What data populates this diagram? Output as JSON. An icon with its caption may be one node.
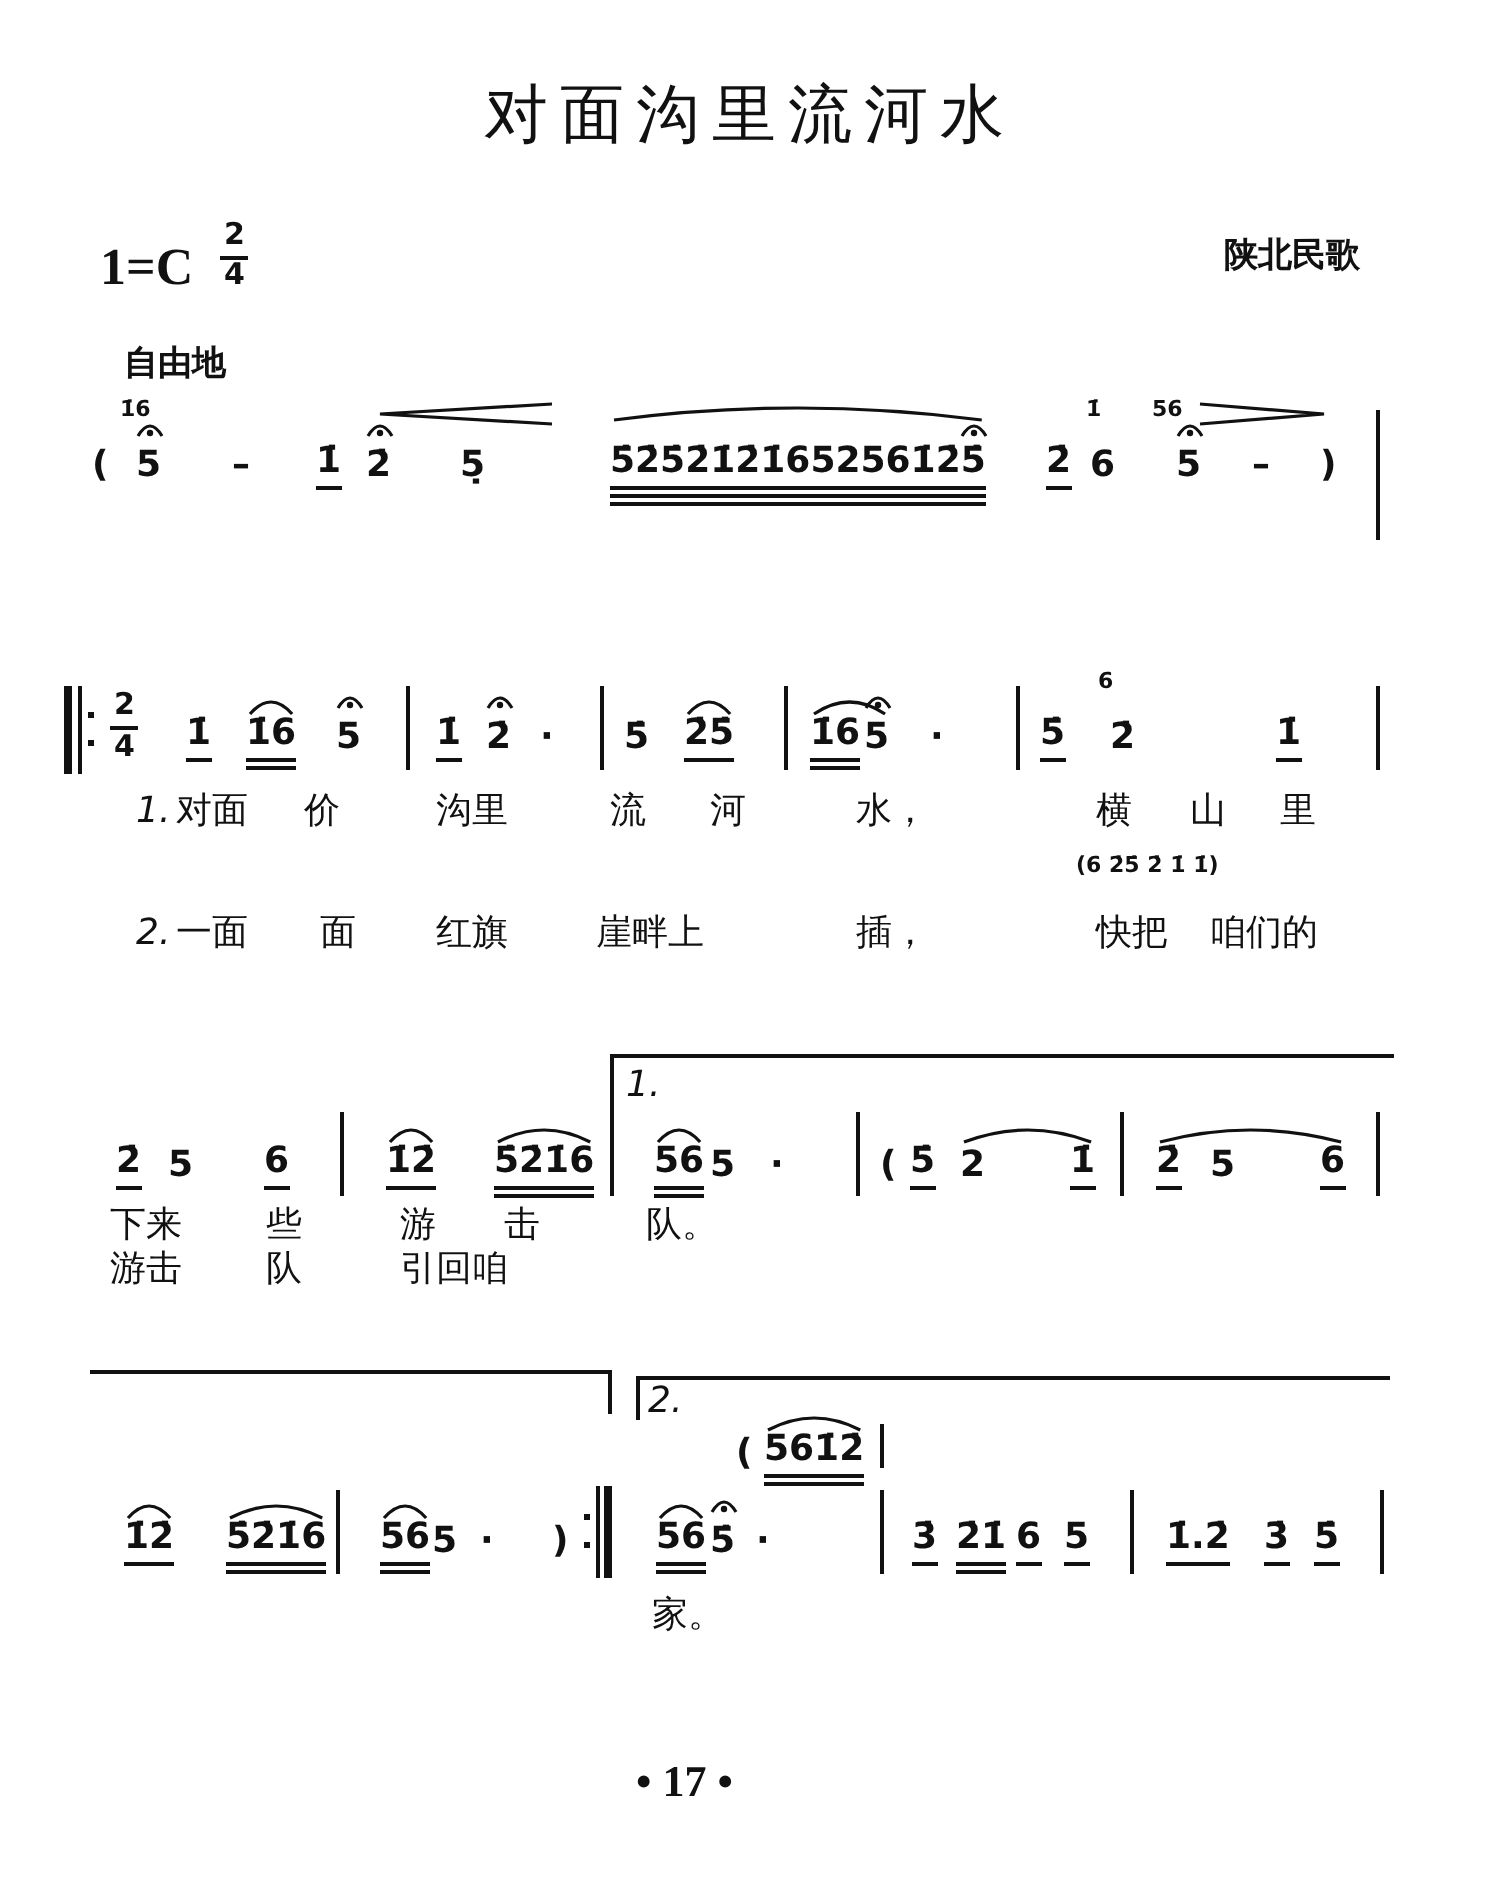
{
  "diagram": {
    "title": "对面沟里流河水",
    "labels": [
      "1=C",
      "2",
      "4",
      "陕北民歌",
      "自由地",
      "(",
      "1̇6",
      "5",
      "–",
      "1̇",
      "2̇",
      "5̣",
      "5̇2̇5̇2̇1̇2̇1̇652561̇2̇5̇",
      "2̇",
      "1̇",
      "6",
      "56",
      "5",
      "–",
      ")",
      "2",
      "4",
      "1̇",
      "1̇6",
      "5",
      "1̇",
      "2̇",
      "·",
      "5̇",
      "2̇5̇",
      "1̇6",
      "5",
      "·",
      "5̇",
      "6",
      "2̇",
      "1̇",
      "1.",
      "对面",
      "价",
      "沟里",
      "流",
      "河",
      "水，",
      "横",
      "山",
      "里",
      "(6 2̇5̇ 2̇ 1̇ 1̇)",
      "2.",
      "一面",
      "面",
      "红旗",
      "崖畔上",
      "插，",
      "快把",
      "咱们的",
      "1.",
      "2̇",
      "5",
      "6",
      "1̇2̇",
      "5̇2̇1̇6",
      "56",
      "5",
      "·",
      "(",
      "5̇",
      "2",
      "1̇",
      "2̇",
      "5",
      "6",
      "下来",
      "些",
      "游",
      "击",
      "队。",
      "游击",
      "队",
      "引回咱",
      "2.",
      "(",
      "561̇2̇",
      "1̇2̇",
      "5̇2̇1̇6",
      "56",
      "5",
      "·",
      ")",
      "56",
      "5̇",
      "·",
      "3̇",
      "2̇1̇",
      "6",
      "5",
      "1̇.2̇",
      "3̇",
      "5̇",
      "家。",
      "• 17 •"
    ]
  }
}
